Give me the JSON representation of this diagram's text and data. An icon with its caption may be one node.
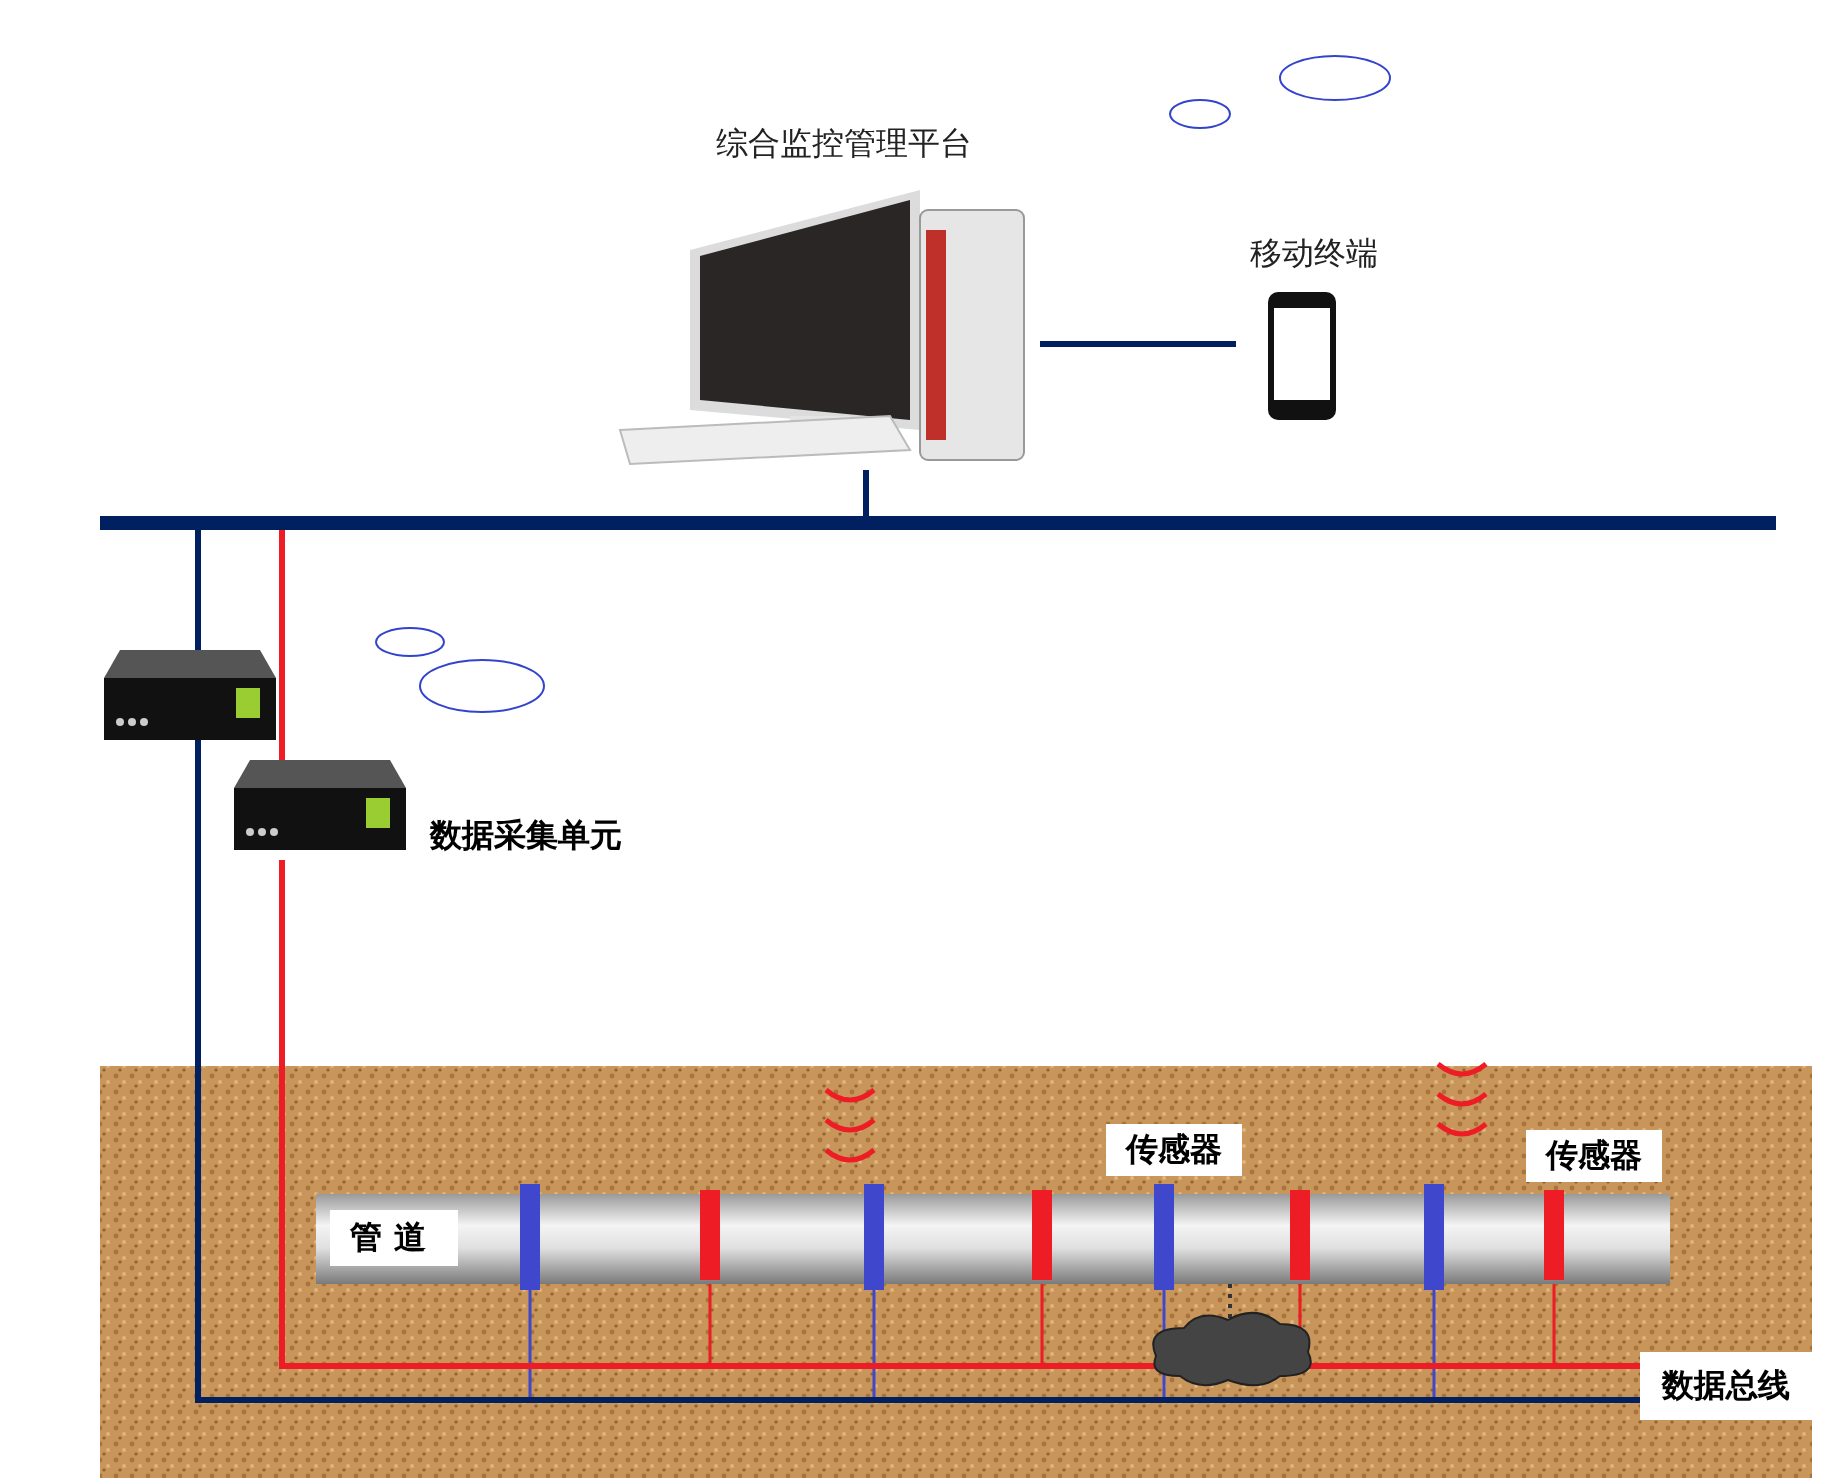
{
  "diagram": {
    "nodes": [
      {
        "text": [
          "综合监控管理平台"
        ]
      },
      {
        "text": [
          "移动终端"
        ]
      },
      {
        "text": [],
        "shape": "bar"
      },
      {
        "text": [],
        "shape": "picture"
      },
      {
        "text": [
          "数据采集单元"
        ]
      },
      {
        "text": [],
        "shape": "cylinder"
      },
      {
        "text": [
          "管道"
        ],
        "in": 5
      },
      {
        "text": [],
        "shape": "bar",
        "in": 5
      },
      {
        "text": [],
        "shape": "bar",
        "in": 5
      },
      {
        "text": [],
        "shape": "bar",
        "in": 5
      },
      {
        "text": [],
        "shape": "bar",
        "in": 5
      },
      {
        "text": [],
        "shape": "bar",
        "in": 5
      },
      {
        "text": [],
        "shape": "bar",
        "in": 5
      },
      {
        "text": [],
        "shape": "bar",
        "in": 5
      },
      {
        "text": [],
        "shape": "bar",
        "in": 5
      },
      {
        "text": [
          "数据总线"
        ]
      },
      {
        "text": [
          "传感器"
        ]
      },
      {
        "text": [
          "传感器"
        ]
      }
    ],
    "edges": [
      {
        "from": 0,
        "to": 1,
        "arrow": "none",
        "style": "thick",
        "color": "#002060"
      },
      {
        "from": 0,
        "to": 2,
        "arrow": "none",
        "style": "thick",
        "color": "#002060"
      },
      {
        "from": 2,
        "to": 3,
        "arrow": "none",
        "style": "thick",
        "color": "#002060"
      },
      {
        "from": 2,
        "to": 4,
        "arrow": "none",
        "style": "thick",
        "color": "#ee1c24"
      },
      {
        "from": 3,
        "to": 15,
        "arrow": "none",
        "style": "thick",
        "color": "#002060"
      },
      {
        "from": 4,
        "to": 15,
        "arrow": "none",
        "style": "thick",
        "color": "#ee1c24"
      },
      {
        "from": 7,
        "to": 15,
        "arrow": "none",
        "color": "#3f48cc"
      },
      {
        "from": 8,
        "to": 15,
        "arrow": "none",
        "color": "#ee1c24"
      },
      {
        "from": 9,
        "to": 15,
        "arrow": "none",
        "color": "#3f48cc"
      },
      {
        "from": 10,
        "to": 15,
        "arrow": "none",
        "color": "#ee1c24"
      },
      {
        "from": 11,
        "to": 15,
        "arrow": "none",
        "color": "#3f48cc"
      },
      {
        "from": 12,
        "to": 15,
        "arrow": "none",
        "color": "#ee1c24"
      },
      {
        "from": 13,
        "to": 15,
        "arrow": "none",
        "color": "#3f48cc"
      },
      {
        "from": 14,
        "to": 15,
        "arrow": "none",
        "color": "#ee1c24"
      }
    ]
  }
}
